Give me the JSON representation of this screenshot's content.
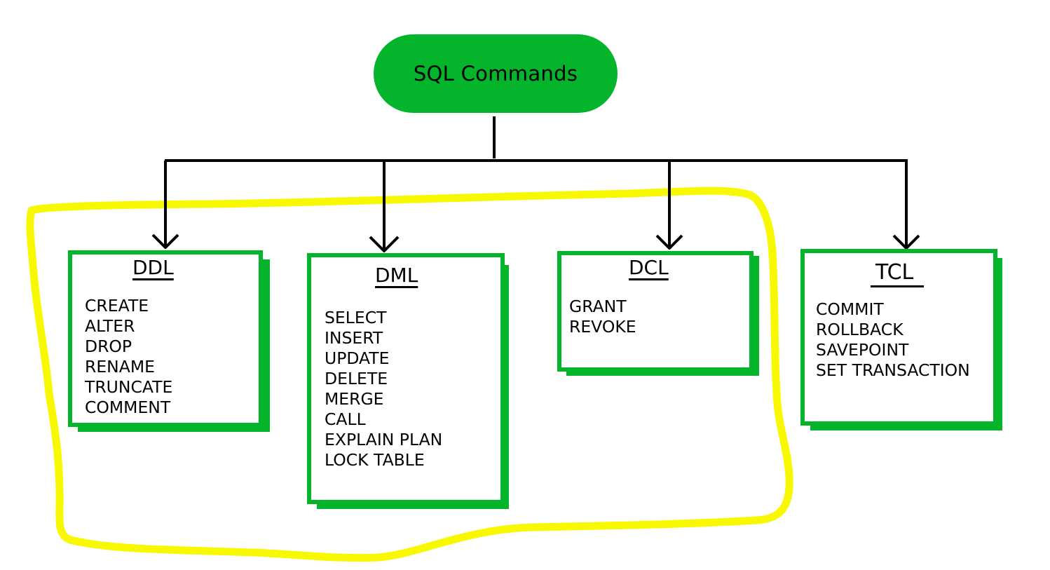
{
  "root": {
    "label": "SQL Commands"
  },
  "categories": [
    {
      "key": "ddl",
      "title": "DDL",
      "commands": [
        "CREATE",
        "ALTER",
        "DROP",
        "RENAME",
        "TRUNCATE",
        "COMMENT"
      ]
    },
    {
      "key": "dml",
      "title": "DML",
      "commands": [
        "SELECT",
        "INSERT",
        "UPDATE",
        "DELETE",
        "MERGE",
        "CALL",
        "EXPLAIN PLAN",
        "LOCK TABLE"
      ]
    },
    {
      "key": "dcl",
      "title": "DCL",
      "commands": [
        "GRANT",
        "REVOKE"
      ]
    },
    {
      "key": "tcl",
      "title": "TCL",
      "commands": [
        "COMMIT",
        "ROLLBACK",
        "SAVEPOINT",
        "SET TRANSACTION"
      ]
    }
  ],
  "colors": {
    "node_green": "#04B42A",
    "highlight_yellow": "#F8F800",
    "line": "#000000"
  }
}
